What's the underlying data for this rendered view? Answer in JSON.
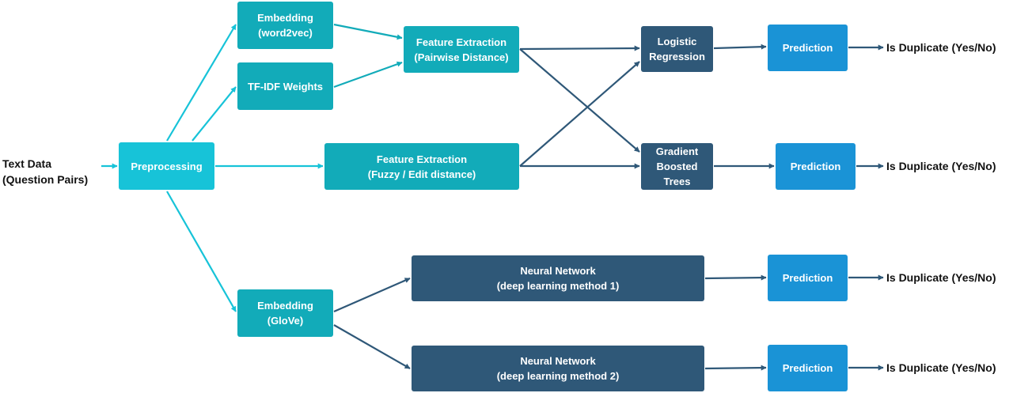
{
  "input": {
    "line1": "Text Data",
    "line2": "(Question Pairs)"
  },
  "nodes": {
    "preprocessing": {
      "label": "Preprocessing"
    },
    "embedding_w2v": {
      "line1": "Embedding",
      "line2": "(word2vec)"
    },
    "tfidf": {
      "label": "TF-IDF Weights"
    },
    "feature_pairwise": {
      "line1": "Feature Extraction",
      "line2": "(Pairwise Distance)"
    },
    "feature_fuzzy": {
      "line1": "Feature Extraction",
      "line2": "(Fuzzy / Edit distance)"
    },
    "embedding_glove": {
      "line1": "Embedding",
      "line2": "(GloVe)"
    },
    "logistic": {
      "line1": "Logistic",
      "line2": "Regression"
    },
    "gbt": {
      "line1": "Gradient",
      "line2": "Boosted",
      "line3": "Trees"
    },
    "nn1": {
      "line1": "Neural Network",
      "line2": "(deep learning method 1)"
    },
    "nn2": {
      "line1": "Neural Network",
      "line2": "(deep learning method 2)"
    },
    "pred1": {
      "label": "Prediction"
    },
    "pred2": {
      "label": "Prediction"
    },
    "pred3": {
      "label": "Prediction"
    },
    "pred4": {
      "label": "Prediction"
    }
  },
  "outputs": {
    "out1": "Is Duplicate (Yes/No)",
    "out2": "Is Duplicate (Yes/No)",
    "out3": "Is Duplicate (Yes/No)",
    "out4": "Is Duplicate (Yes/No)"
  },
  "colors": {
    "preprocessing": "#17c3d8",
    "feature_boxes": "#12abb9",
    "model_boxes": "#2f5878",
    "prediction_boxes": "#1a93d6",
    "cyan_arrow": "#17c3d8",
    "teal_arrow": "#12abb9",
    "navy_arrow": "#2f5878",
    "output_text": "#111111"
  }
}
